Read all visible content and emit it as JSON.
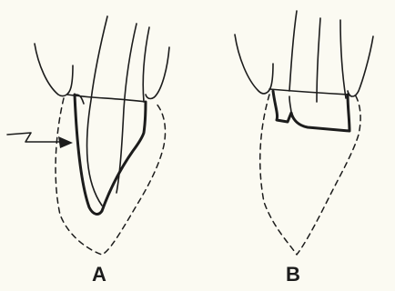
{
  "panels": [
    {
      "id": "A",
      "label": "A"
    },
    {
      "id": "B",
      "label": "B"
    }
  ],
  "icons": {
    "arrow": "zigzag-arrow-icon"
  },
  "colors": {
    "background": "#fbfaf2",
    "ink": "#1c1c1c"
  }
}
